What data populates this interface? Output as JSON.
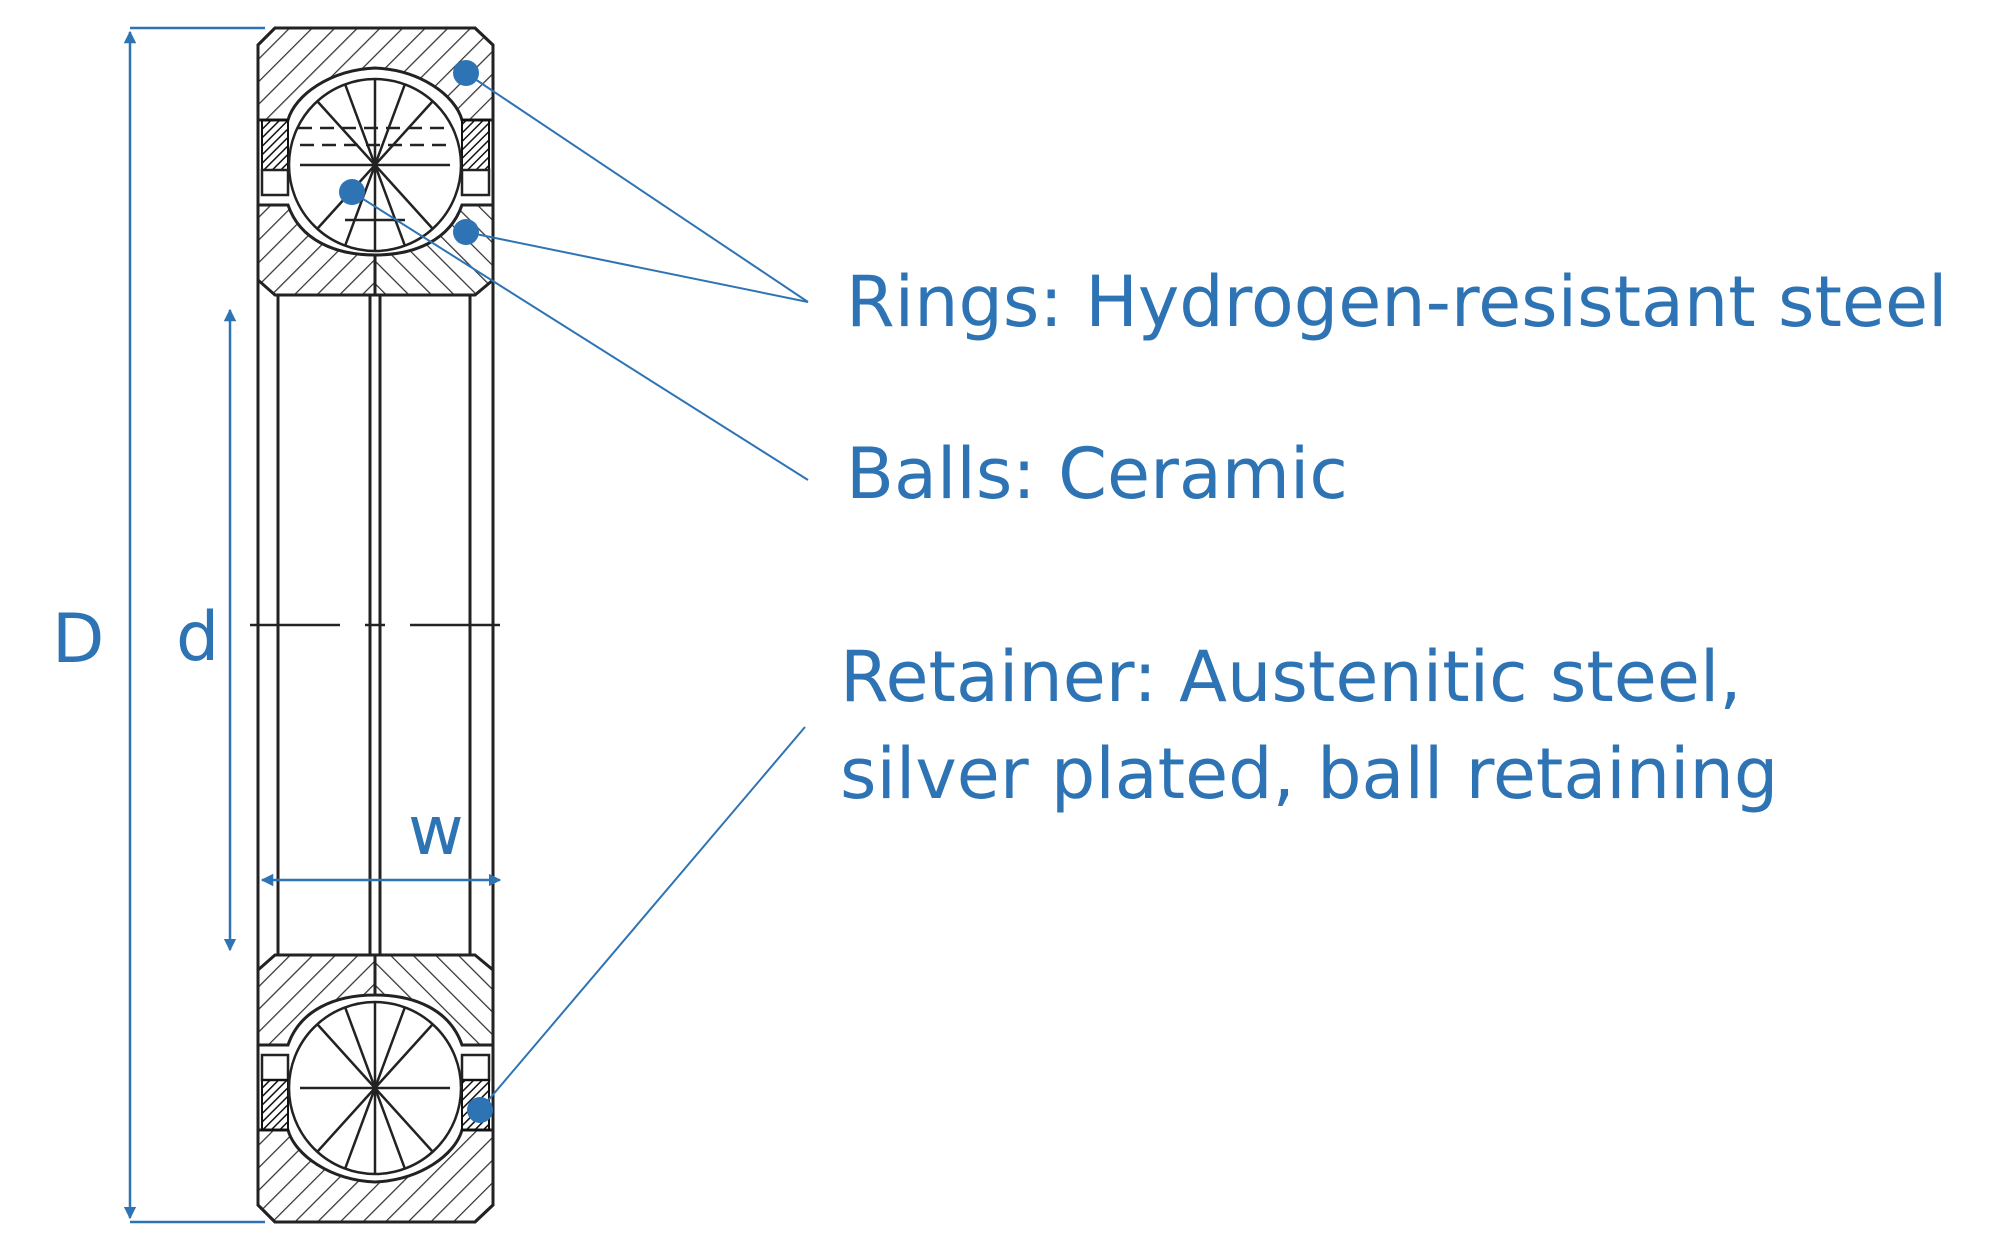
{
  "labels": {
    "rings": "Rings: Hydrogen-resistant steel",
    "balls": "Balls: Ceramic",
    "retainer_line1": "Retainer: Austenitic steel,",
    "retainer_line2": "silver plated, ball retaining"
  },
  "dimensions": {
    "outer_diameter": "D",
    "inner_diameter": "d",
    "width": "w"
  },
  "colors": {
    "annotation": "#2e74b5",
    "drawing": "#222222",
    "background": "#ffffff"
  }
}
